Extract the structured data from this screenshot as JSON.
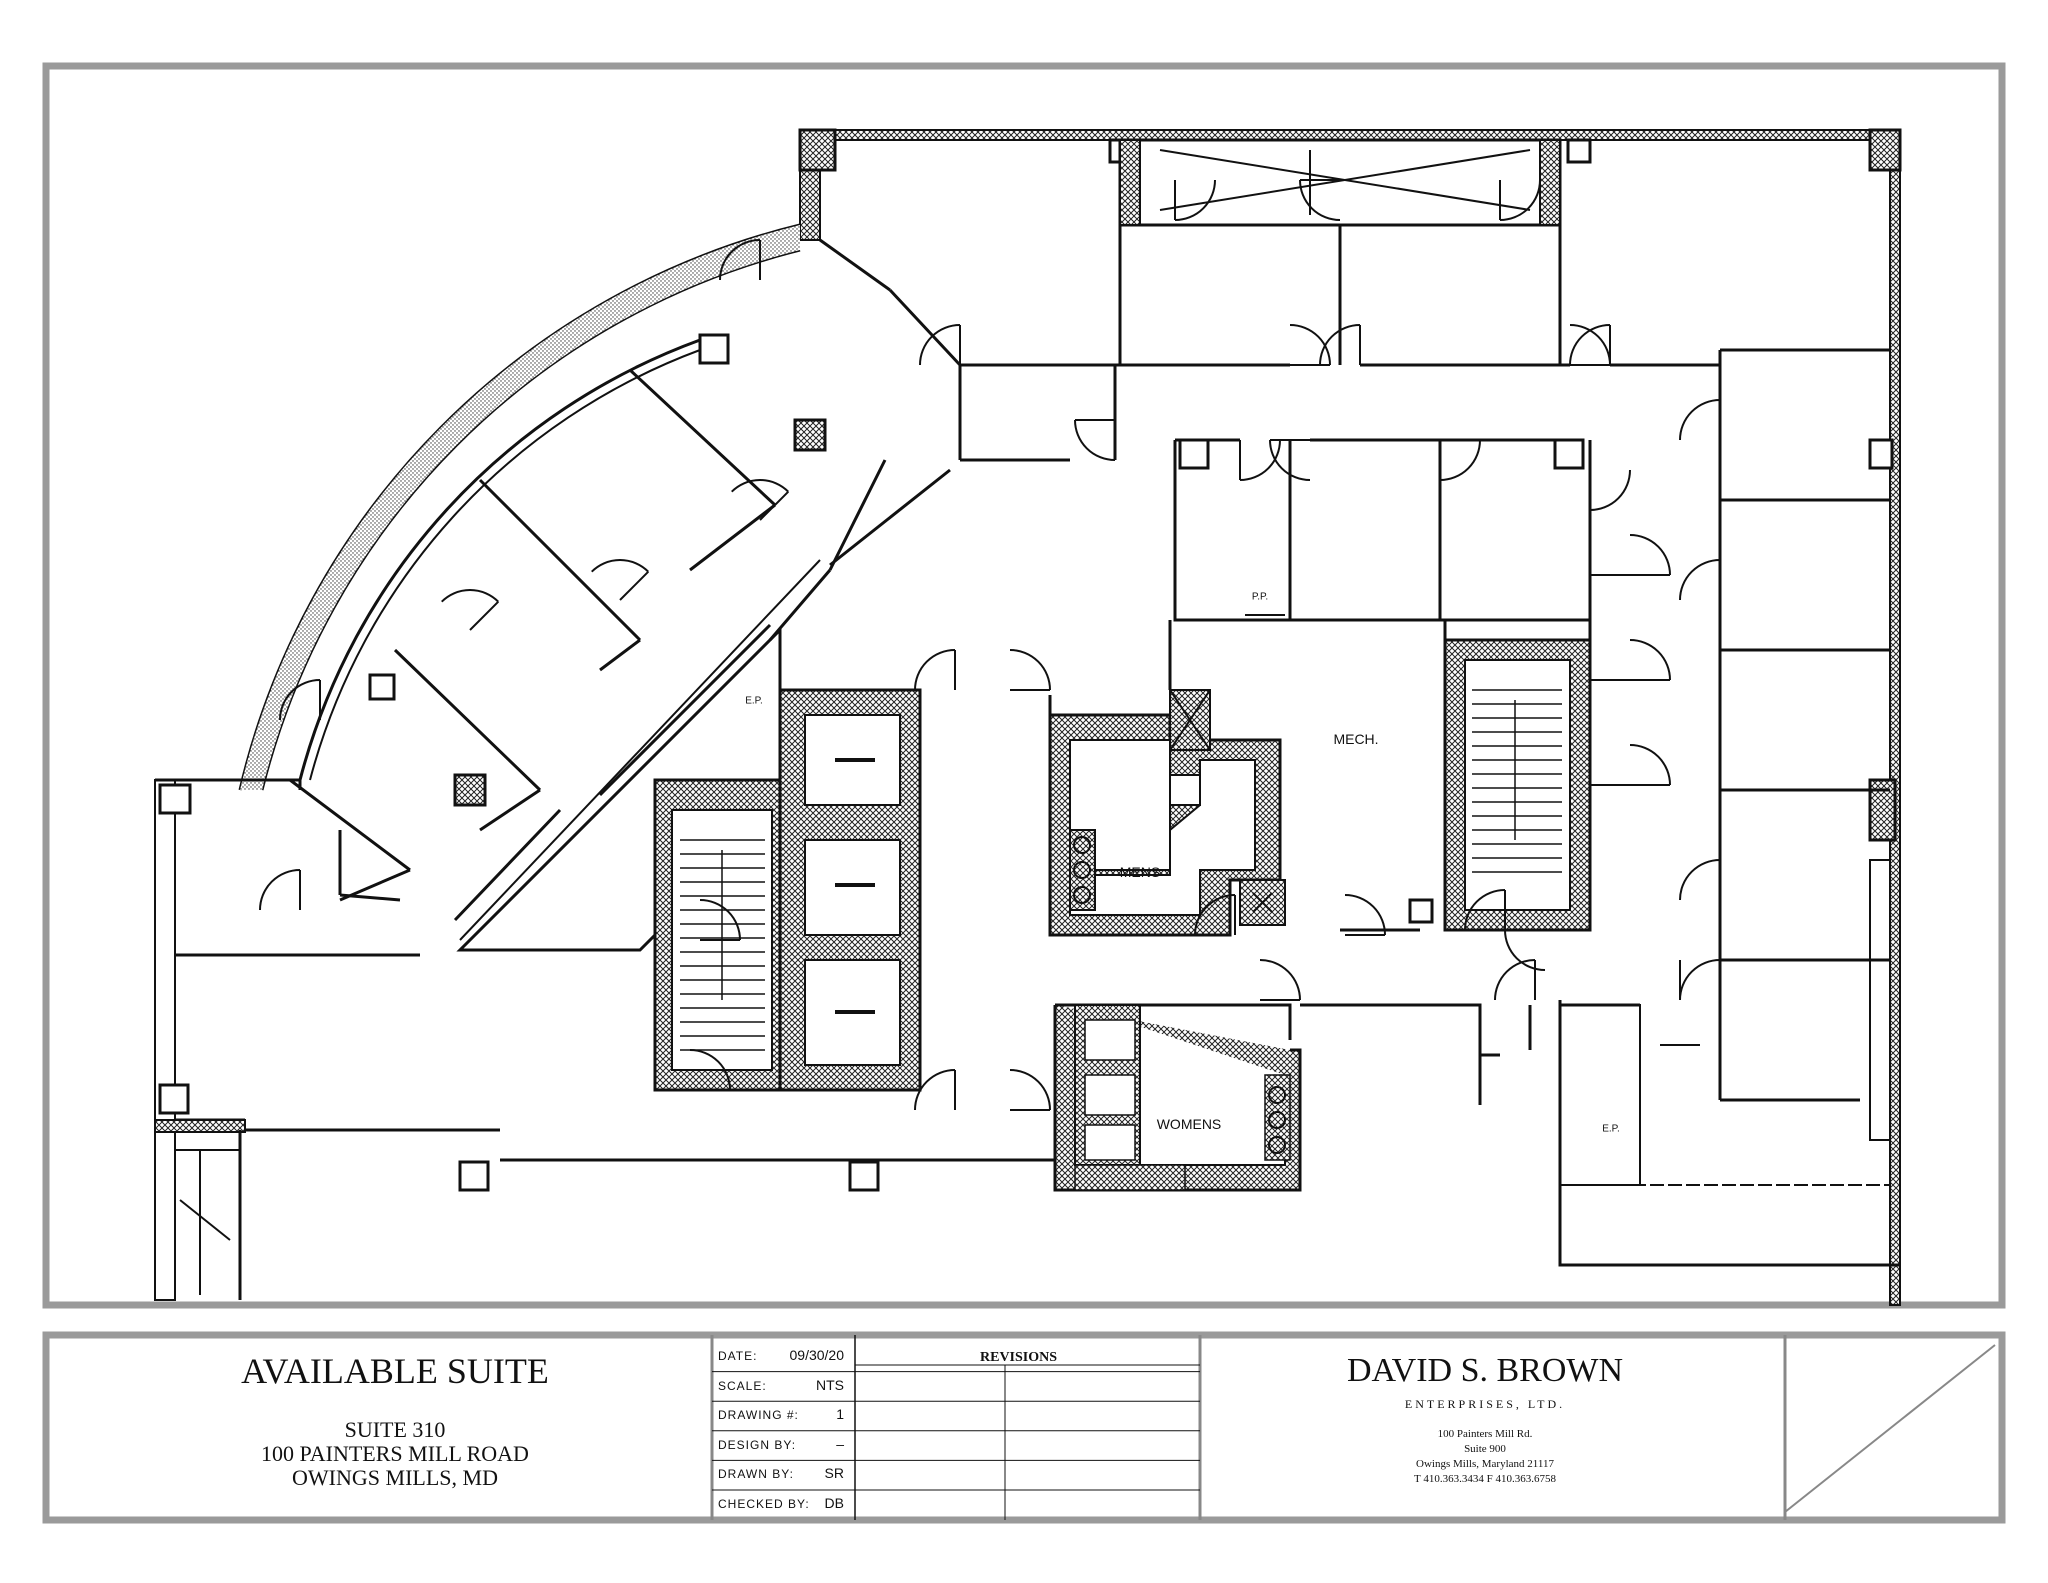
{
  "plan": {
    "labels": {
      "mech": "MECH.",
      "mens": "MENS",
      "womens": "WOMENS",
      "ep_upper": "E.P.",
      "ep_lower": "E.P.",
      "pp": "P.P."
    }
  },
  "title_block": {
    "heading": "AVAILABLE SUITE",
    "suite": "SUITE 310",
    "address": "100 PAINTERS MILL ROAD",
    "city": "OWINGS MILLS, MD",
    "fields": [
      {
        "label": "DATE:",
        "value": "09/30/20"
      },
      {
        "label": "SCALE:",
        "value": "NTS"
      },
      {
        "label": "DRAWING #:",
        "value": "1"
      },
      {
        "label": "DESIGN BY:",
        "value": "–"
      },
      {
        "label": "DRAWN BY:",
        "value": "SR"
      },
      {
        "label": "CHECKED BY:",
        "value": "DB"
      }
    ],
    "revisions_heading": "REVISIONS",
    "company": {
      "name": "DAVID S. BROWN",
      "subtitle": "ENTERPRISES, LTD.",
      "street": "100 Painters Mill Rd.",
      "suite": "Suite 900",
      "city": "Owings Mills, Maryland 21117",
      "phone": "T 410.363.3434 F 410.363.6758"
    }
  }
}
